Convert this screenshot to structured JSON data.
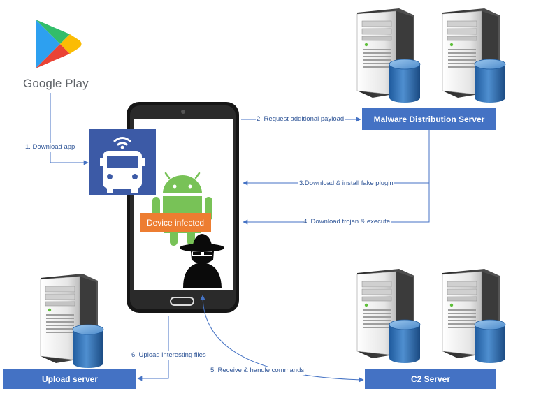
{
  "nodes": {
    "google_play": "Google Play",
    "distribution_server": "Malware Distribution Server",
    "upload_server": "Upload server",
    "c2_server": "C2 Server",
    "device_infected": "Device infected"
  },
  "edges": {
    "e1": "1. Download app",
    "e2": "2. Request additional payload",
    "e3": "3.Download & install fake plugin",
    "e4": "4. Download trojan & execute",
    "e5": "5. Receive & handle commands",
    "e6": "6. Upload interesting files"
  },
  "colors": {
    "box_blue": "#4472c4",
    "arrow_blue": "#4472c4",
    "label_blue": "#2f5597",
    "infected_orange": "#ed7d31",
    "android_green": "#78c257",
    "bus_app_bg": "#3c5aa6"
  },
  "icons": [
    "google-play-logo-icon",
    "bus-app-icon",
    "smartphone-icon",
    "android-robot-icon",
    "hacker-spy-icon",
    "server-icon",
    "database-icon"
  ]
}
